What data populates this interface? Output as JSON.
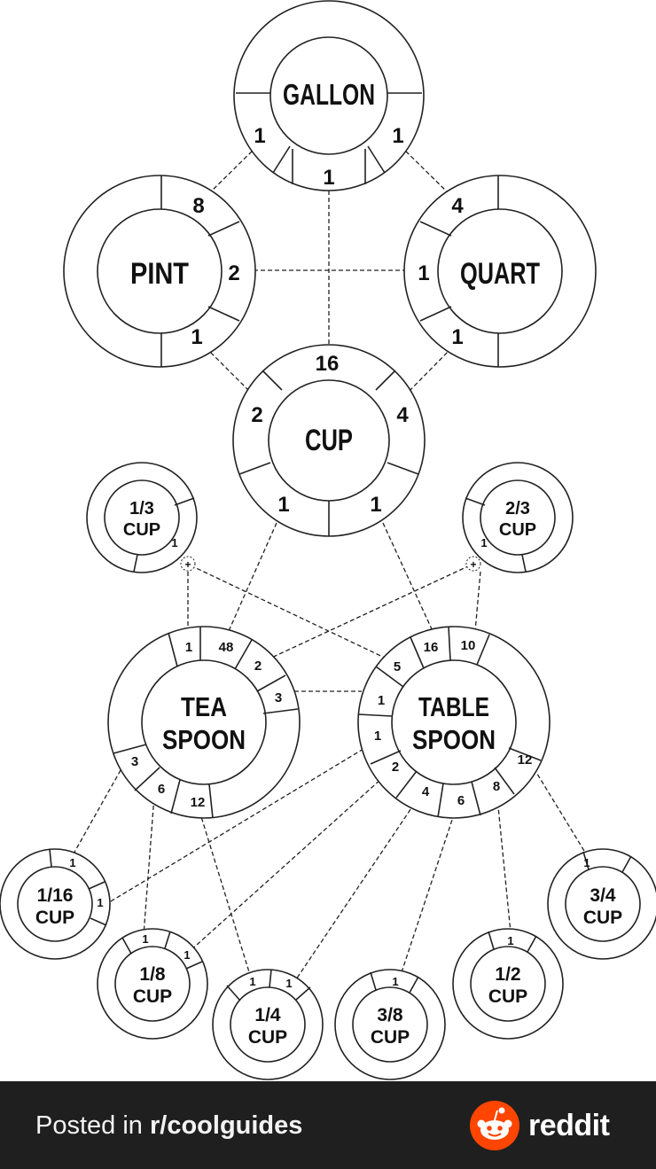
{
  "diagram": {
    "nodes": {
      "gallon": {
        "label": "GALLON",
        "counts": [
          "1",
          "1",
          "1"
        ]
      },
      "pint": {
        "label": "PINT",
        "counts": [
          "8",
          "2",
          "1"
        ]
      },
      "quart": {
        "label": "QUART",
        "counts": [
          "4",
          "1",
          "1"
        ]
      },
      "cup": {
        "label": "CUP",
        "counts": [
          "16",
          "2",
          "4",
          "1",
          "1"
        ]
      },
      "third_cup": {
        "label": [
          "1/3",
          "CUP"
        ],
        "counts": [
          "1"
        ]
      },
      "two_third_cup": {
        "label": [
          "2/3",
          "CUP"
        ],
        "counts": [
          "1"
        ]
      },
      "teaspoon": {
        "label": [
          "TEA",
          "SPOON"
        ],
        "counts": [
          "1",
          "48",
          "2",
          "3",
          "3",
          "6",
          "12"
        ]
      },
      "tablespoon": {
        "label": [
          "TABLE",
          "SPOON"
        ],
        "counts": [
          "16",
          "10",
          "5",
          "1",
          "1",
          "2",
          "4",
          "6",
          "8",
          "12"
        ]
      },
      "sixteenth_cup": {
        "label": [
          "1/16",
          "CUP"
        ],
        "counts": [
          "1",
          "1"
        ]
      },
      "eighth_cup": {
        "label": [
          "1/8",
          "CUP"
        ],
        "counts": [
          "1",
          "1"
        ]
      },
      "quarter_cup": {
        "label": [
          "1/4",
          "CUP"
        ],
        "counts": [
          "1",
          "1"
        ]
      },
      "three_eighth_cup": {
        "label": [
          "3/8",
          "CUP"
        ],
        "counts": [
          "1"
        ]
      },
      "half_cup": {
        "label": [
          "1/2",
          "CUP"
        ],
        "counts": [
          "1"
        ]
      },
      "three_quarter_cup": {
        "label": [
          "3/4",
          "CUP"
        ],
        "counts": [
          "1"
        ]
      }
    },
    "plus_symbol": "+"
  },
  "footer": {
    "posted_prefix": "Posted in ",
    "subreddit": "r/coolguides",
    "brand": "reddit",
    "brand_color": "#ff4500",
    "background": "#1f1f1f"
  }
}
